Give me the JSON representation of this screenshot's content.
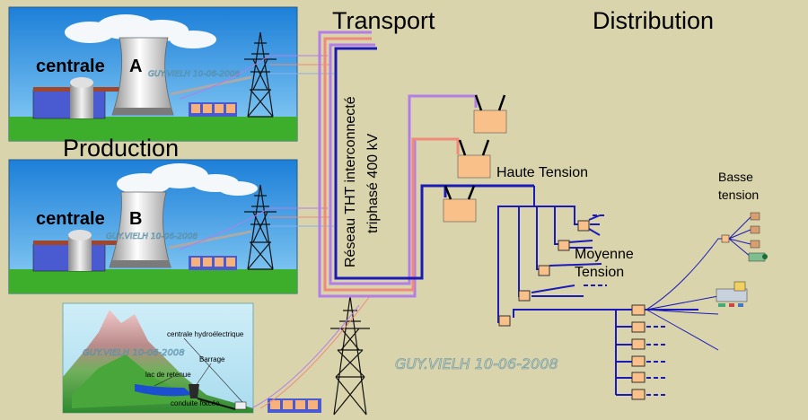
{
  "labels": {
    "production": "Production",
    "transport": "Transport",
    "distribution": "Distribution",
    "plant_a_prefix": "centrale",
    "plant_a_letter": "A",
    "plant_b_prefix": "centrale",
    "plant_b_letter": "B",
    "network_line1": "Réseau  THT  interconnecté",
    "network_line2": "triphasé  400  kV",
    "haute_tension": "Haute  Tension",
    "moyenne_line1": "Moyenne",
    "moyenne_line2": "Tension",
    "basse_line1": "Basse",
    "basse_line2": "tension",
    "hydro_station": "centrale hydroélectrique",
    "barrage": "Barrage",
    "lac": "lac de retenue",
    "conduite": "conduite forcée",
    "signature": "GUY.VIELH  10-06-2008",
    "signature_small": "GUY.VIELH  10-06-2008"
  },
  "colors": {
    "background": "#d9d4ac",
    "sky": "#3aa0e8",
    "grass": "#3dad2c",
    "line_violet": "#b47ee8",
    "line_pink": "#f08a7a",
    "line_blue": "#1a1ab8",
    "transformer": "#f9c08a"
  }
}
